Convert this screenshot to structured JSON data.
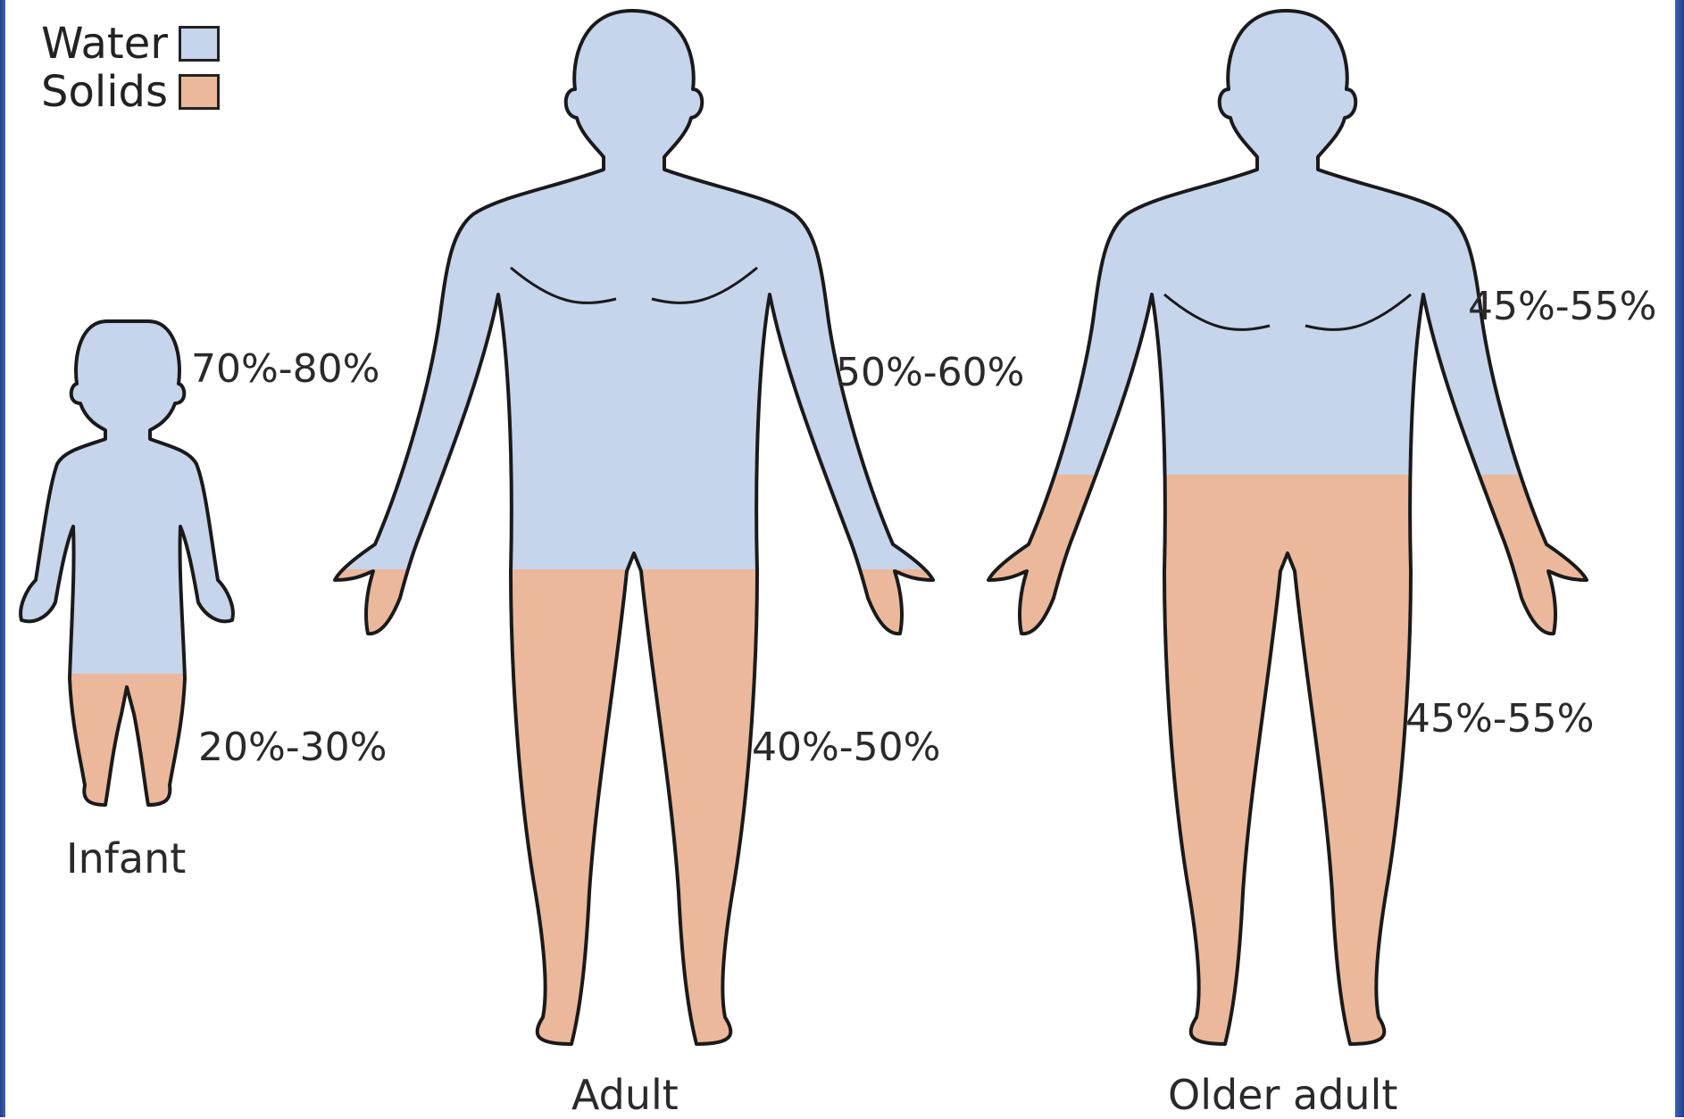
{
  "legend": {
    "water_label": "Water",
    "solids_label": "Solids"
  },
  "colors": {
    "water": "#c6d4ec",
    "solids": "#ebb89b",
    "outline": "#1a1a1a"
  },
  "figures": [
    {
      "label": "Infant",
      "water_pct": "70%-80%",
      "solids_pct": "20%-30%"
    },
    {
      "label": "Adult",
      "water_pct": "50%-60%",
      "solids_pct": "40%-50%"
    },
    {
      "label": "Older adult",
      "water_pct": "45%-55%",
      "solids_pct": "45%-55%"
    }
  ]
}
